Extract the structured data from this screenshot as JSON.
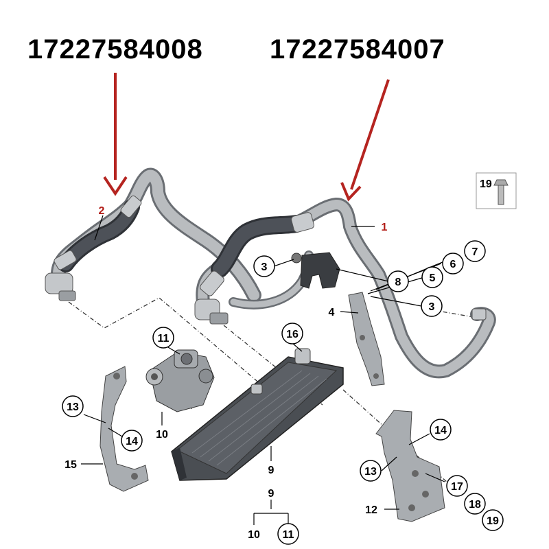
{
  "part_numbers": {
    "left": "17227584008",
    "right": "17227584007"
  },
  "colors": {
    "arrow": "#b52420",
    "hose_light": "#b9bcbf",
    "hose_dark": "#4d5158",
    "metal": "#a9adb1",
    "outline": "#444444",
    "label_red": "#b11a14"
  },
  "callouts": {
    "c1": "1",
    "c2": "2",
    "c3a": "3",
    "c3b": "3",
    "c4": "4",
    "c5": "5",
    "c6": "6",
    "c7": "7",
    "c8": "8",
    "c9": "9",
    "c9b": "9",
    "c10": "10",
    "c10b": "10",
    "c11": "11",
    "c11b": "11",
    "c12": "12",
    "c13a": "13",
    "c13b": "13",
    "c14a": "14",
    "c14b": "14",
    "c15": "15",
    "c16": "16",
    "c17": "17",
    "c18": "18",
    "c19": "19",
    "c19box": "19"
  }
}
